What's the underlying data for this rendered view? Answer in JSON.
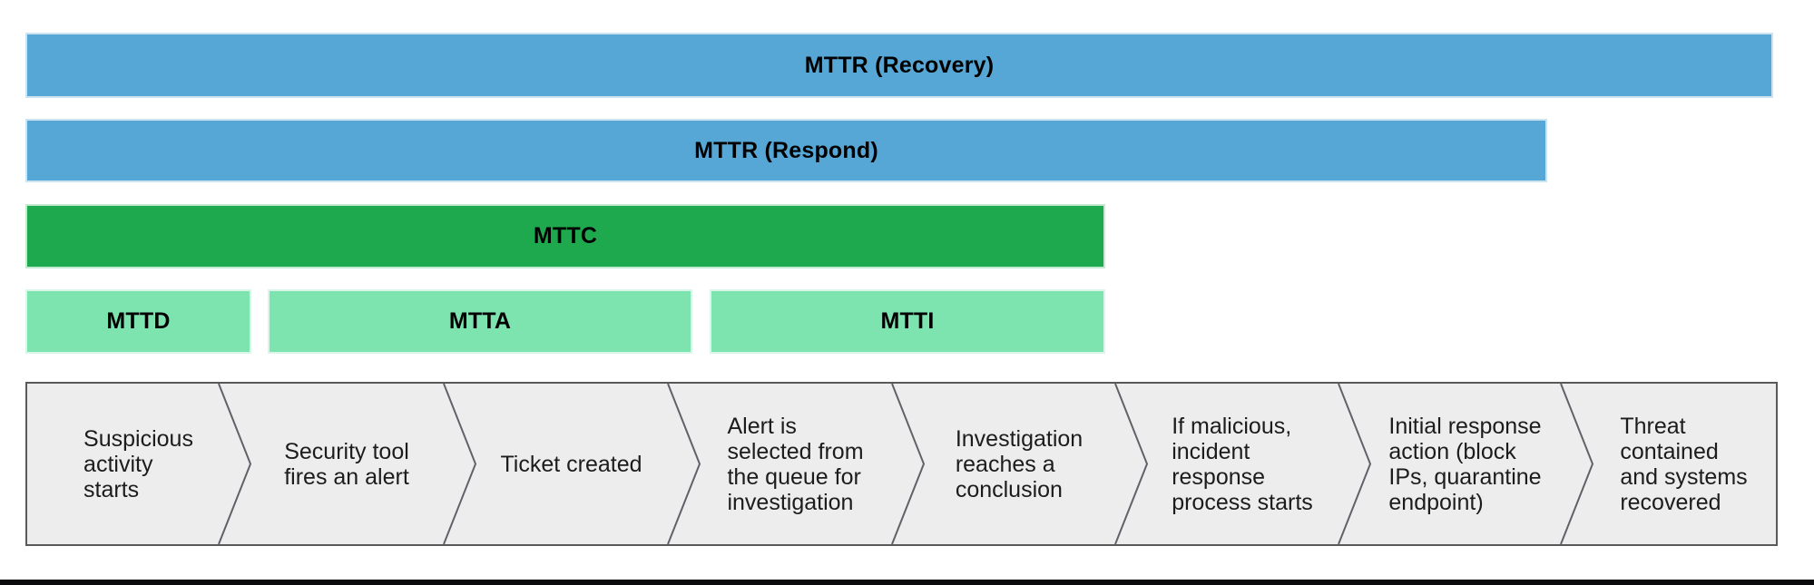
{
  "diagram": {
    "metric_bars": [
      {
        "id": "mttr_recovery",
        "label": "MTTR (Recovery)",
        "color": "#56a7d5"
      },
      {
        "id": "mttr_respond",
        "label": "MTTR (Respond)",
        "color": "#56a7d5"
      },
      {
        "id": "mttc",
        "label": "MTTC",
        "color": "#1fa94e"
      },
      {
        "id": "mttd",
        "label": "MTTD",
        "color": "#7de3af"
      },
      {
        "id": "mtta",
        "label": "MTTA",
        "color": "#7de3af"
      },
      {
        "id": "mtti",
        "label": "MTTI",
        "color": "#7de3af"
      }
    ],
    "timeline_steps": [
      {
        "label": "Suspicious\nactivity\nstarts"
      },
      {
        "label": "Security tool\nfires an alert"
      },
      {
        "label": "Ticket created"
      },
      {
        "label": "Alert is\nselected from\nthe queue for\ninvestigation"
      },
      {
        "label": "Investigation\nreaches a\nconclusion"
      },
      {
        "label": "If malicious,\nincident\nresponse\nprocess starts"
      },
      {
        "label": "Initial response\naction (block\nIPs, quarantine\nendpoint)"
      },
      {
        "label": "Threat\ncontained\nand systems\nrecovered"
      }
    ],
    "colors": {
      "blue_bar": "#56a7d5",
      "dark_green_bar": "#1fa94e",
      "light_green_bar": "#7de3af",
      "timeline_fill": "#ededed",
      "timeline_border": "#58595b",
      "chevron_stroke": "#5f6368",
      "step_text": "#1c1c1c",
      "bar_label_text": "#000000",
      "footer_bar": "#0b0b0e"
    }
  }
}
